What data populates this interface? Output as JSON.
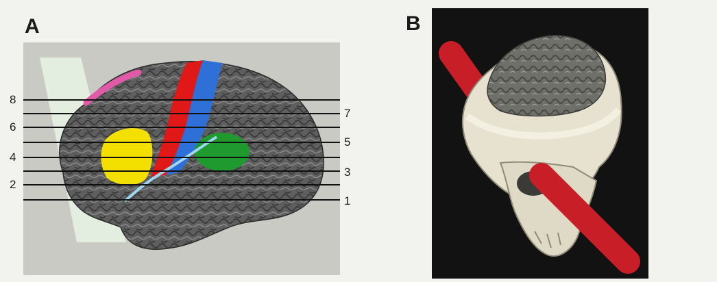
{
  "panel_a": {
    "label": "A",
    "line_numbers_left": [
      "8",
      "6",
      "4",
      "2"
    ],
    "line_numbers_right": [
      "7",
      "5",
      "3",
      "1"
    ]
  },
  "panel_b": {
    "label": "B"
  },
  "colors": {
    "background": "#f2f2ef",
    "red_region": "#e01818",
    "blue_region": "#2f6fd8",
    "yellow_region": "#f4e000",
    "green_region": "#1e9a2e",
    "pink_region": "#e05aa8",
    "light_blue_line": "#9fd6f0",
    "rod": "#c81e28",
    "panel_b_background": "#121212"
  }
}
